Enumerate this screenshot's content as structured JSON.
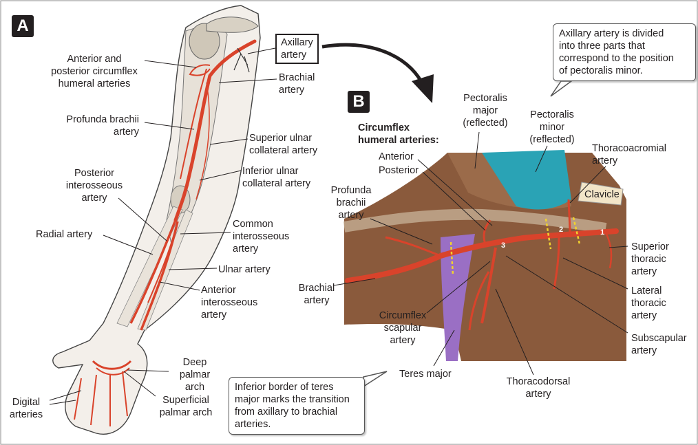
{
  "panels": {
    "a": "A",
    "b": "B"
  },
  "panel_a": {
    "ant_post_circumflex": "Anterior and\nposterior circumflex\nhumeral arteries",
    "profunda_brachii": "Profunda brachii\nartery",
    "posterior_interosseous": "Posterior\ninterosseous\nartery",
    "radial_artery": "Radial artery",
    "digital_arteries": "Digital\narteries",
    "deep_palmar_arch": "Deep palmar\narch",
    "superficial_palmar_arch": "Superficial\npalmar arch",
    "axillary_artery": "Axillary\nartery",
    "brachial_artery": "Brachial\nartery",
    "superior_ulnar_collateral": "Superior ulnar\ncollateral artery",
    "inferior_ulnar_collateral": "Inferior ulnar\ncollateral artery",
    "common_interosseous": "Common\ninterosseous\nartery",
    "ulnar_artery": "Ulnar artery",
    "anterior_interosseous": "Anterior\ninterosseous\nartery"
  },
  "panel_b": {
    "circumflex_heading": "Circumflex\nhumeral arteries:",
    "anterior": "Anterior",
    "posterior": "Posterior",
    "profunda_brachii": "Profunda\nbrachii\nartery",
    "pectoralis_major": "Pectoralis\nmajor\n(reflected)",
    "pectoralis_minor": "Pectoralis\nminor\n(reflected)",
    "thoracoacromial": "Thoracoacromial\nartery",
    "clavicle": "Clavicle",
    "superior_thoracic": "Superior\nthoracic\nartery",
    "lateral_thoracic": "Lateral\nthoracic\nartery",
    "subscapular": "Subscapular\nartery",
    "thoracodorsal": "Thoracodorsal\nartery",
    "teres_major": "Teres major",
    "circumflex_scapular": "Circumflex\nscapular\nartery",
    "brachial_artery": "Brachial\nartery",
    "part_1": "1",
    "part_2": "2",
    "part_3": "3"
  },
  "callouts": {
    "pectoralis_note": "Axillary artery is divided\ninto three parts that\ncorrespond to the position\nof pectoralis minor.",
    "teres_note": "Inferior border of teres\nmajor marks the transition\nfrom axillary to brachial\narteries."
  },
  "colors": {
    "artery": "#d9432b",
    "muscle": "#8a5a3c",
    "pec_minor": "#2aa3b5",
    "teres": "#9a6fc4",
    "dotted": "#f2d22e"
  }
}
